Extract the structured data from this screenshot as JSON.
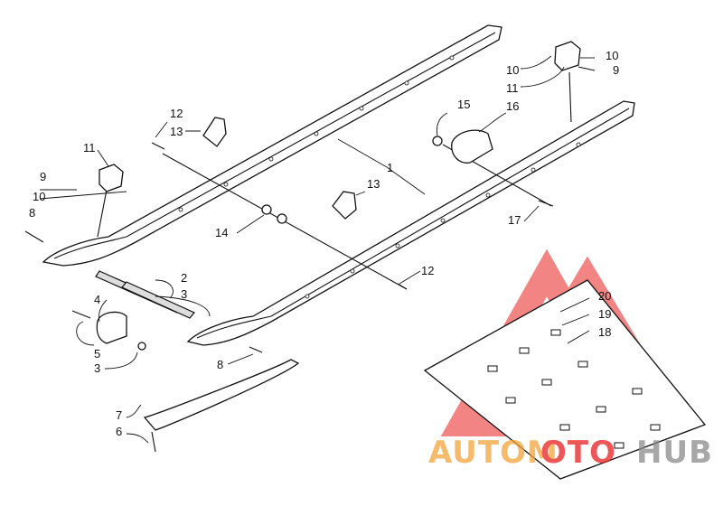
{
  "diagram": {
    "callouts": [
      {
        "id": "c1",
        "text": "1"
      },
      {
        "id": "c2",
        "text": "2"
      },
      {
        "id": "c3a",
        "text": "3"
      },
      {
        "id": "c3b",
        "text": "3"
      },
      {
        "id": "c4",
        "text": "4"
      },
      {
        "id": "c5",
        "text": "5"
      },
      {
        "id": "c6",
        "text": "6"
      },
      {
        "id": "c7",
        "text": "7"
      },
      {
        "id": "c8a",
        "text": "8"
      },
      {
        "id": "c8b",
        "text": "8"
      },
      {
        "id": "c9a",
        "text": "9"
      },
      {
        "id": "c9b",
        "text": "9"
      },
      {
        "id": "c10a",
        "text": "10"
      },
      {
        "id": "c10b",
        "text": "10"
      },
      {
        "id": "c10c",
        "text": "10"
      },
      {
        "id": "c11a",
        "text": "11"
      },
      {
        "id": "c11b",
        "text": "11"
      },
      {
        "id": "c12a",
        "text": "12"
      },
      {
        "id": "c12b",
        "text": "12"
      },
      {
        "id": "c13a",
        "text": "13"
      },
      {
        "id": "c13b",
        "text": "13"
      },
      {
        "id": "c14",
        "text": "14"
      },
      {
        "id": "c15",
        "text": "15"
      },
      {
        "id": "c16",
        "text": "16"
      },
      {
        "id": "c17",
        "text": "17"
      },
      {
        "id": "c18",
        "text": "18"
      },
      {
        "id": "c19",
        "text": "19"
      },
      {
        "id": "c20",
        "text": "20"
      }
    ]
  },
  "watermark": {
    "part1": "AUTOM",
    "part2": "OTO",
    "part3": "HUB",
    "colors": {
      "red": "#e8201f",
      "orange": "#f2a43a",
      "grey": "#8a8a8a"
    }
  }
}
